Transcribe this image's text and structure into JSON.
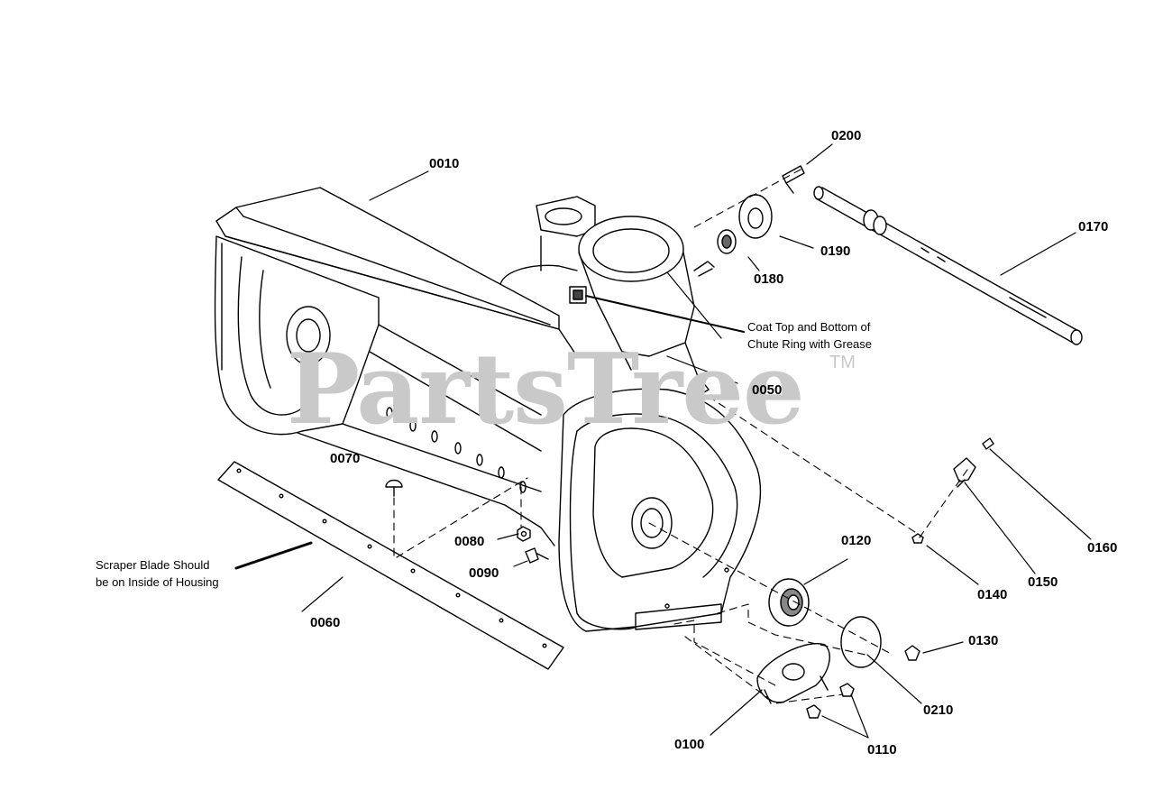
{
  "watermark": {
    "text": "PartsTree",
    "tm": "TM"
  },
  "parts": [
    {
      "id": "p0010",
      "number": "0010"
    },
    {
      "id": "p0200",
      "number": "0200"
    },
    {
      "id": "p0170",
      "number": "0170"
    },
    {
      "id": "p0190",
      "number": "0190"
    },
    {
      "id": "p0180",
      "number": "0180"
    },
    {
      "id": "p0050",
      "number": "0050"
    },
    {
      "id": "p0070",
      "number": "0070"
    },
    {
      "id": "p0080",
      "number": "0080"
    },
    {
      "id": "p0090",
      "number": "0090"
    },
    {
      "id": "p0060",
      "number": "0060"
    },
    {
      "id": "p0120",
      "number": "0120"
    },
    {
      "id": "p0160",
      "number": "0160"
    },
    {
      "id": "p0150",
      "number": "0150"
    },
    {
      "id": "p0140",
      "number": "0140"
    },
    {
      "id": "p0130",
      "number": "0130"
    },
    {
      "id": "p0210",
      "number": "0210"
    },
    {
      "id": "p0100",
      "number": "0100"
    },
    {
      "id": "p0110",
      "number": "0110"
    }
  ],
  "notes": {
    "grease": [
      "Coat Top and Bottom of",
      "Chute Ring with Grease"
    ],
    "scraper": [
      "Scraper Blade Should",
      "be on Inside of Housing"
    ]
  }
}
